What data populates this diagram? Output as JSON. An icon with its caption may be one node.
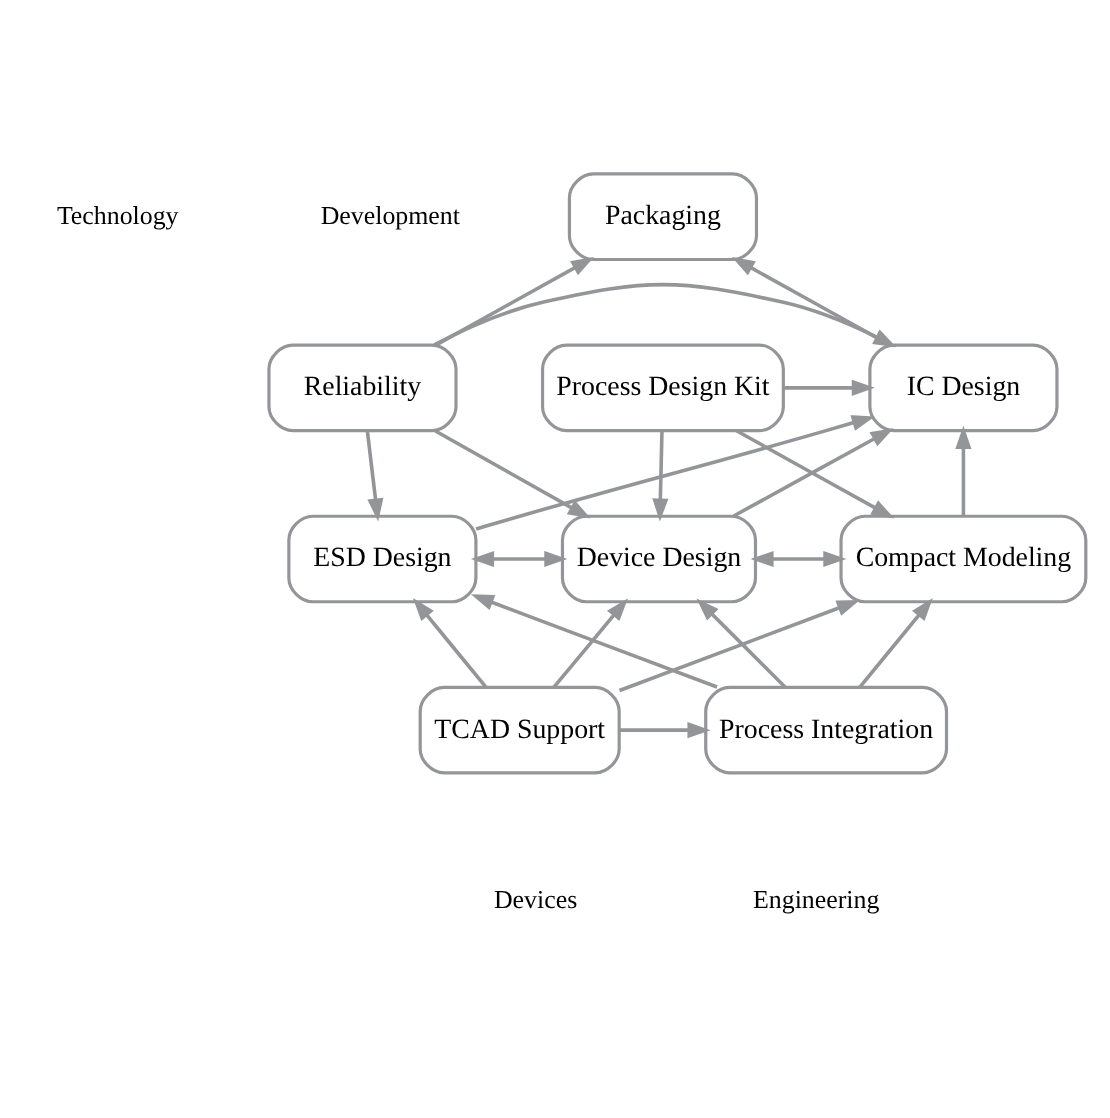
{
  "diagram": {
    "nodes": [
      {
        "text": [
          "Packaging"
        ]
      },
      {
        "text": [
          "Reliability"
        ]
      },
      {
        "text": [
          "IC Design"
        ]
      },
      {
        "text": [
          "Process Design Kit"
        ]
      },
      {
        "text": [
          "ESD Design"
        ]
      },
      {
        "text": [
          "Device Design"
        ]
      },
      {
        "text": [
          "Compact Modeling"
        ]
      },
      {
        "text": [
          "TCAD Support"
        ]
      },
      {
        "text": [
          "Process Integration"
        ]
      }
    ],
    "edges": [
      {
        "from": 1,
        "to": 0,
        "arrow": "to"
      },
      {
        "from": 2,
        "to": 0,
        "arrow": "to"
      },
      {
        "from": 1,
        "to": 2,
        "arrow": "to"
      },
      {
        "from": 3,
        "to": 2,
        "arrow": "to"
      },
      {
        "from": 1,
        "to": 4,
        "arrow": "to"
      },
      {
        "from": 1,
        "to": 5,
        "arrow": "to"
      },
      {
        "from": 4,
        "to": 2,
        "arrow": "to"
      },
      {
        "from": 5,
        "to": 2,
        "arrow": "to"
      },
      {
        "from": 6,
        "to": 2,
        "arrow": "to"
      },
      {
        "from": 3,
        "to": 5,
        "arrow": "to"
      },
      {
        "from": 3,
        "to": 6,
        "arrow": "to"
      },
      {
        "from": 4,
        "to": 5,
        "arrow": "both"
      },
      {
        "from": 5,
        "to": 6,
        "arrow": "both"
      },
      {
        "from": 7,
        "to": 4,
        "arrow": "to"
      },
      {
        "from": 7,
        "to": 5,
        "arrow": "to"
      },
      {
        "from": 7,
        "to": 6,
        "arrow": "to"
      },
      {
        "from": 7,
        "to": 8,
        "arrow": "to"
      },
      {
        "from": 8,
        "to": 4,
        "arrow": "to"
      },
      {
        "from": 8,
        "to": 5,
        "arrow": "to"
      },
      {
        "from": 8,
        "to": 6,
        "arrow": "to"
      }
    ],
    "labels": [
      "Technology",
      "Development",
      "Devices",
      "Engineering"
    ]
  }
}
